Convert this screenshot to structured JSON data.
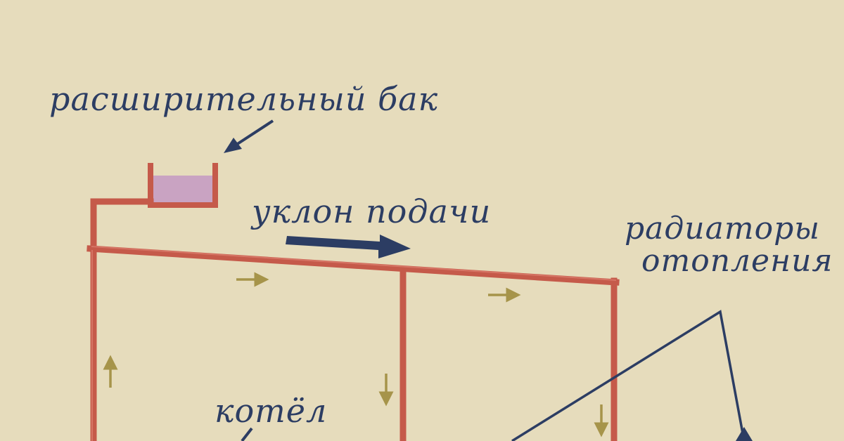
{
  "labels": {
    "expansion_tank": "расширительный бак",
    "supply_slope": "уклон подачи",
    "radiators_line1": "радиаторы",
    "radiators_line2": "отопления",
    "boiler": "котёл"
  },
  "colors": {
    "background": "#e6dcbc",
    "pipe": "#c55a4a",
    "pipe_highlight": "#dd8070",
    "tank_fill": "#c9a3c2",
    "text": "#2c3d63",
    "pointer_arrow": "#2c3d63",
    "flow_arrow": "#a6944a"
  }
}
